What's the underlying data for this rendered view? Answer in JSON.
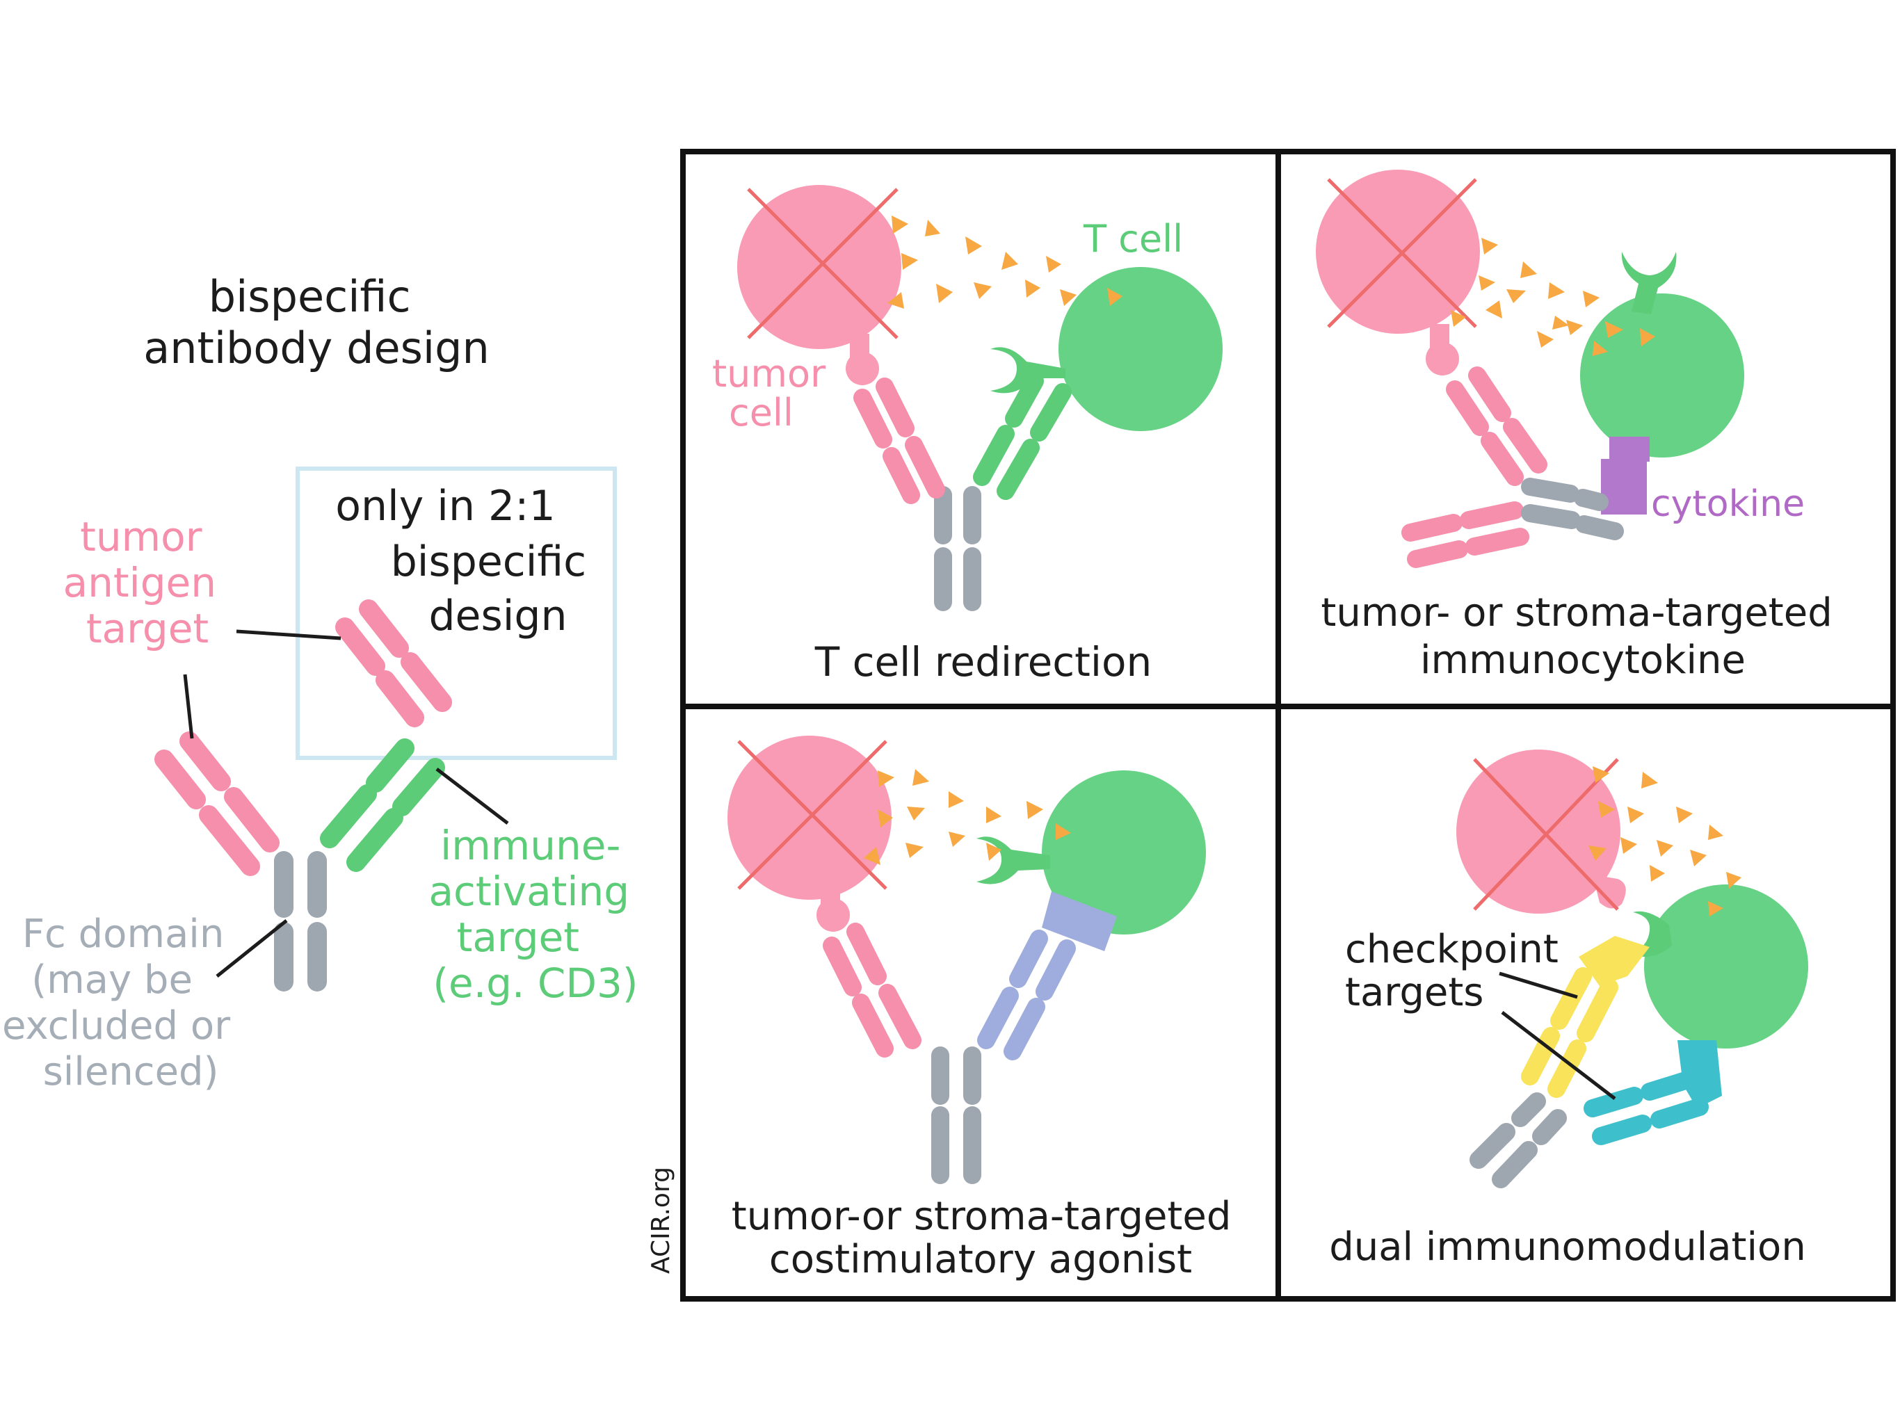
{
  "left": {
    "title_lines": [
      "bispecific",
      "antibody design"
    ],
    "box_lines": [
      "only in 2:1",
      "bispecific",
      "design"
    ],
    "tumor_lines": [
      "tumor",
      "antigen",
      "target"
    ],
    "immune_lines": [
      "immune-",
      "activating",
      "target",
      "(e.g. CD3)"
    ],
    "fc_lines": [
      "Fc domain",
      "(may be",
      "excluded or",
      "silenced)"
    ]
  },
  "panels": {
    "p1": {
      "caption": "T cell redirection",
      "tumor_lines": [
        "tumor",
        "cell"
      ],
      "tcell": "T cell"
    },
    "p2": {
      "caption_lines": [
        "tumor- or stroma-targeted",
        "immunocytokine"
      ],
      "cytokine": "cytokine"
    },
    "p3": {
      "caption_lines": [
        "tumor-or stroma-targeted",
        "costimulatory agonist"
      ]
    },
    "p4": {
      "caption": "dual immunomodulation",
      "checkpoint_lines": [
        "checkpoint",
        "targets"
      ]
    }
  },
  "credit": "ACIR.org",
  "colors": {
    "tumor_pink": "#f99bb4",
    "arm_pink": "#f58fab",
    "tumor_cross": "#ee6b6b",
    "tcell_green": "#66d285",
    "arm_green": "#5ccc78",
    "fc_gray": "#9ea6af",
    "cytokine_purple": "#b278cc",
    "cytokine_text": "#b06ac6",
    "costim_blue": "#9eaddd",
    "checkpoint_yellow": "#f8e35a",
    "checkpoint_teal": "#3ec0cc",
    "cytotoxic_orange": "#f7a842",
    "box_border": "#cce7f2",
    "fc_text": "#a5adb6",
    "ink": "#1c1c1c"
  }
}
